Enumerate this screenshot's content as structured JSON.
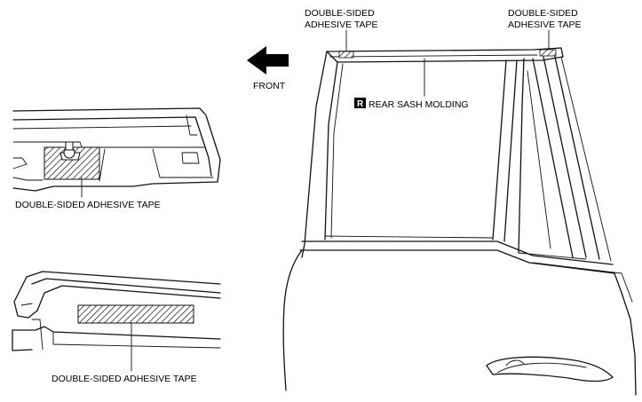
{
  "labels": {
    "tape_top_left": [
      "DOUBLE-SIDED",
      "ADHESIVE TAPE"
    ],
    "tape_top_right": [
      "DOUBLE-SIDED",
      "ADHESIVE TAPE"
    ],
    "front": "FRONT",
    "molding_badge": "R",
    "molding": "REAR SASH MOLDING",
    "tape_detail_upper": "DOUBLE-SIDED ADHESIVE TAPE",
    "tape_detail_lower": "DOUBLE-SIDED ADHESIVE TAPE"
  }
}
